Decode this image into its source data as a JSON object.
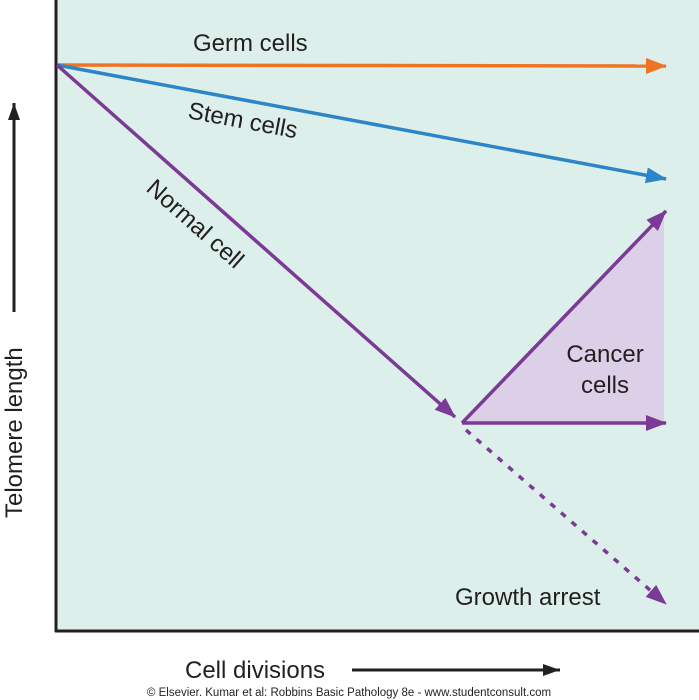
{
  "colors": {
    "background": "#ffffff",
    "plot_area": "#ddefeb",
    "axis": "#231f20",
    "germ_line": "#ee7424",
    "stem_line": "#2b85c6",
    "normal_line": "#7b3a96",
    "cancer_fill": "#dcd0e8"
  },
  "labels": {
    "germ_cells": "Germ cells",
    "stem_cells": "Stem cells",
    "normal_cell": "Normal cell",
    "cancer_cells_line1": "Cancer",
    "cancer_cells_line2": "cells",
    "growth_arrest": "Growth arrest"
  },
  "axes": {
    "x_label": "Cell divisions",
    "y_label": "Telomere length"
  },
  "copyright": "© Elsevier. Kumar et al: Robbins Basic Pathology 8e - www.studentconsult.com"
}
